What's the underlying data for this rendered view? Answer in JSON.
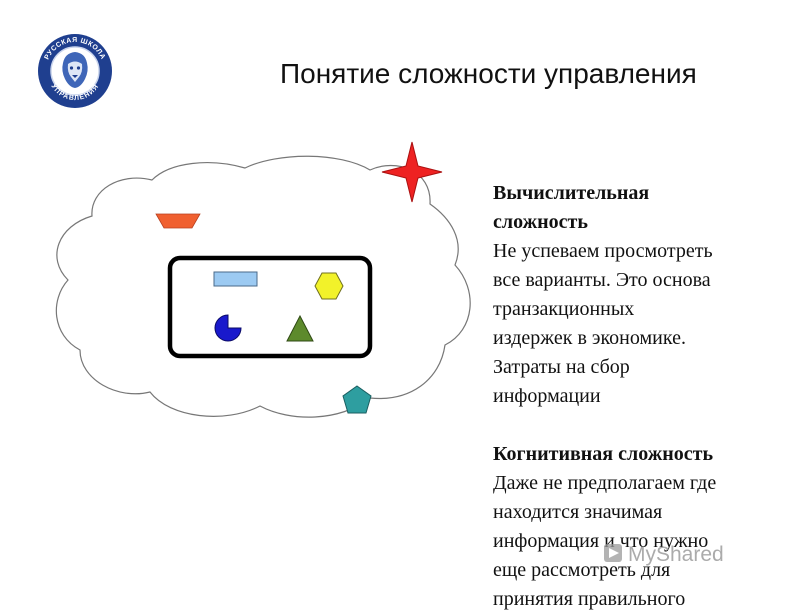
{
  "title": "Понятие сложности управления",
  "logo": {
    "name": "Русская школа управления",
    "arc_text_top": "РУССКАЯ ШКОЛА",
    "arc_text_bottom": "УПРАВЛЕНИЯ",
    "color": "#1f3f8f"
  },
  "diagram": {
    "shapes": [
      {
        "kind": "four-point-star",
        "color": "#ee2222"
      },
      {
        "kind": "trapezoid",
        "color": "#f06030"
      },
      {
        "kind": "rectangle",
        "color": "#9ccaf2"
      },
      {
        "kind": "hexagon",
        "color": "#f2f22a"
      },
      {
        "kind": "pie-three-quarter",
        "color": "#1919cc"
      },
      {
        "kind": "triangle",
        "color": "#5d8a2c"
      },
      {
        "kind": "pentagon",
        "color": "#2e9ea0"
      }
    ]
  },
  "computational": {
    "heading_line1": "Вычислительная",
    "heading_line2": "сложность",
    "lines": [
      "Не успеваем просмотреть",
      "все варианты. Это основа",
      "транзакционных",
      "издержек в экономике.",
      "Затраты на сбор",
      "информации"
    ]
  },
  "cognitive": {
    "heading": "Когнитивная сложность",
    "lines": [
      "Даже не предполагаем где",
      "находится значимая",
      "информация и что нужно",
      "еще рассмотреть для",
      "принятия правильного"
    ]
  },
  "watermark": {
    "text": "MyShared"
  }
}
